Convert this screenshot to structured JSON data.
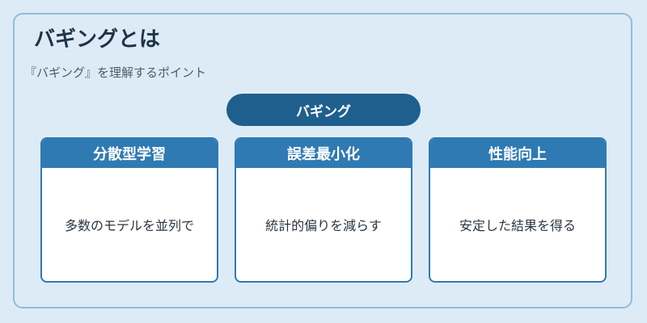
{
  "header": {
    "title": "バギングとは",
    "subtitle": "『バギング』を理解するポイント"
  },
  "diagram": {
    "root": "バギング",
    "cards": [
      {
        "heading": "分散型学習",
        "text": "多数のモデルを並列で"
      },
      {
        "heading": "誤差最小化",
        "text": "統計的偏りを減らす"
      },
      {
        "heading": "性能向上",
        "text": "安定した結果を得る"
      }
    ]
  },
  "colors": {
    "background": "#ddebf6",
    "root": "#1f5f8e",
    "card_header": "#2f7ab3",
    "panel_border": "#8fbcdc"
  }
}
